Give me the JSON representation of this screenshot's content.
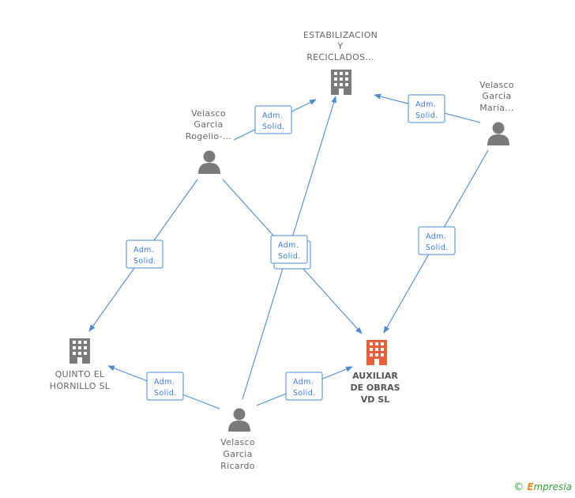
{
  "nodes": {
    "estabilizacion": {
      "lines": [
        "ESTABILIZACION",
        "Y",
        "RECICLADOS..."
      ],
      "type": "company"
    },
    "quinto": {
      "lines": [
        "QUINTO EL",
        "HORNILLO  SL"
      ],
      "type": "company"
    },
    "auxiliar": {
      "lines": [
        "AUXILIAR",
        "DE OBRAS",
        "VD SL"
      ],
      "type": "company-main"
    },
    "rogelio": {
      "lines": [
        "Velasco",
        "Garcia",
        "Rogelio-..."
      ],
      "type": "person"
    },
    "maria": {
      "lines": [
        "Velasco",
        "Garcia",
        "Maria..."
      ],
      "type": "person"
    },
    "ricardo": {
      "lines": [
        "Velasco",
        "Garcia",
        "Ricardo"
      ],
      "type": "person"
    }
  },
  "relation_label": [
    "Adm.",
    "Solid."
  ],
  "colors": {
    "edge": "#4a8ad6",
    "company": "#7a7a7a",
    "company_main": "#e8603a",
    "person": "#7a7a7a"
  },
  "footer": {
    "copyright": "©",
    "brand_initial": "E",
    "brand_rest": "mpresia"
  }
}
